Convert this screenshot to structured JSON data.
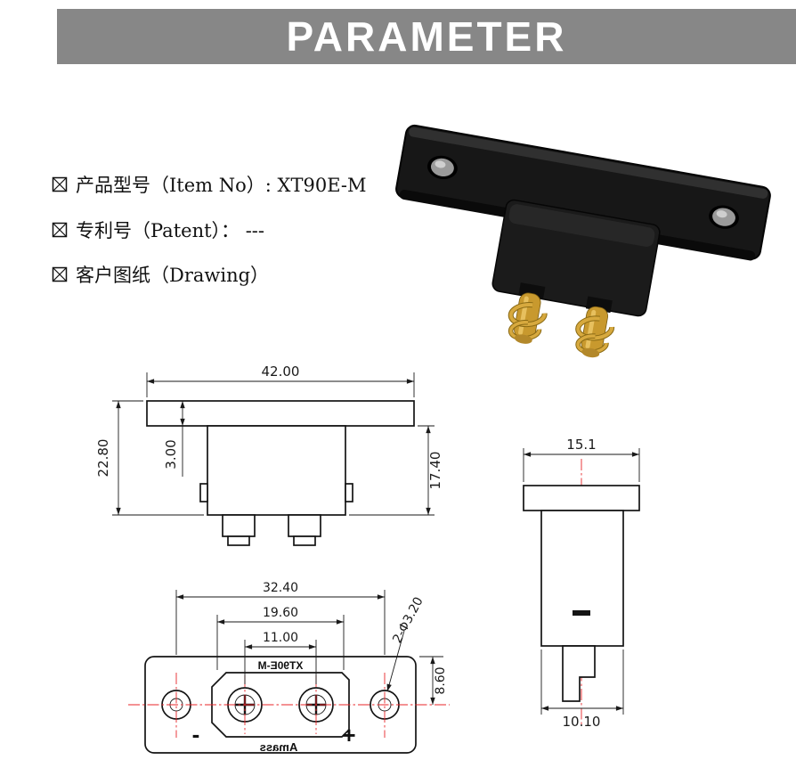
{
  "header": {
    "title": "PARAMETER"
  },
  "colors": {
    "banner_bg": "#878787",
    "banner_text": "#ffffff",
    "drawing_line": "#1a1a1a",
    "centerline_red": "#e8262a",
    "connector_body": "#171717",
    "pin_gold": "#c8992e"
  },
  "icons": {
    "spec_checkbox": "crossed-box"
  },
  "specs": {
    "item": "产品型号（Item No）: XT90E-M",
    "patent": "专利号（Patent）： ---",
    "drawing": "客户图纸（Drawing）"
  },
  "front_view": {
    "width": "42.00",
    "total_height": "22.80",
    "flange_thickness": "3.00",
    "body_height": "17.40"
  },
  "side_view": {
    "flange_width": "15.1",
    "body_width": "10.10"
  },
  "face_view": {
    "hole_spacing": "32.40",
    "shell_width": "19.60",
    "pin_spacing": "11.00",
    "hole_note": "2-Φ3.20",
    "edge_to_center": "8.60",
    "model": "XT90E-M",
    "brand": "Amass",
    "minus": "-",
    "plus": "+"
  }
}
